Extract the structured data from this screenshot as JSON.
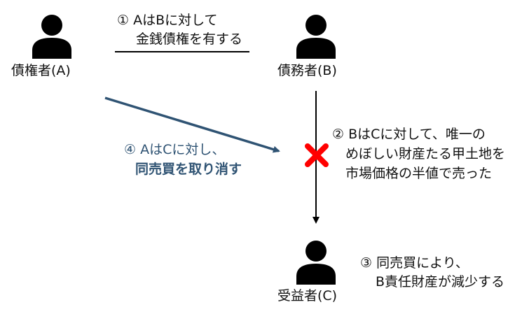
{
  "nodes": {
    "creditor": {
      "label": "債権者(A)"
    },
    "debtor": {
      "label": "債務者(B)"
    },
    "beneficiary": {
      "label": "受益者(C)"
    }
  },
  "notes": {
    "step1": {
      "line1": "① AはBに対して",
      "line2": "金銭債権を有する"
    },
    "step2": {
      "line1": "② BはCに対して、唯一の",
      "line2": "めぼしい財産たる甲土地を",
      "line3": "市場価格の半値で売った"
    },
    "step3": {
      "line1": "③ 同売買により、",
      "line2": "B責任財産が減少する"
    },
    "step4": {
      "line1": "④ AはCに対し、",
      "line2": "同売買を取り消す"
    }
  },
  "colors": {
    "person": "#000000",
    "arrow_blue": "#2f5373",
    "arrow_black": "#000000",
    "cross": "#ff0000",
    "text_blue": "#2f5373"
  }
}
